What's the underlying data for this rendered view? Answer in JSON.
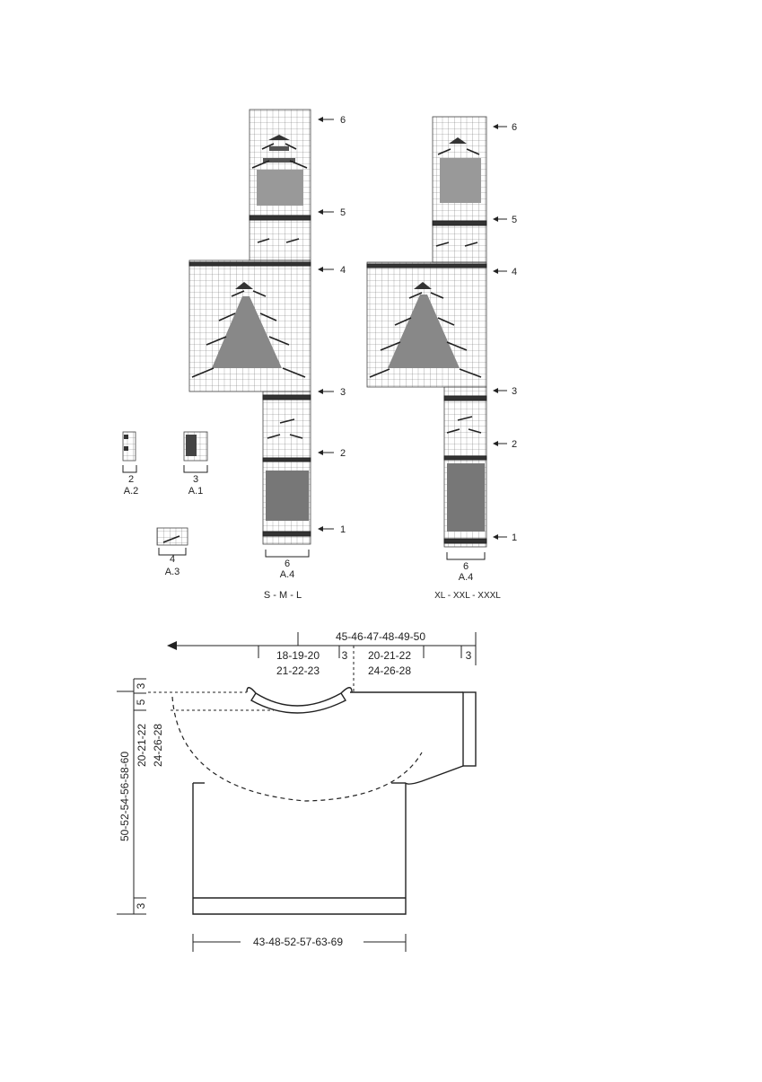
{
  "charts": {
    "left": {
      "row_markers": [
        "1",
        "2",
        "3",
        "4",
        "5",
        "6"
      ],
      "width_label": "6",
      "name": "A.4",
      "sizes": "S - M - L"
    },
    "right": {
      "row_markers": [
        "1",
        "2",
        "3",
        "4",
        "5",
        "6"
      ],
      "width_label": "6",
      "name": "A.4",
      "sizes": "XL - XXL - XXXL"
    },
    "small": [
      {
        "name": "A.2",
        "width_label": "2"
      },
      {
        "name": "A.1",
        "width_label": "3"
      },
      {
        "name": "A.3",
        "width_label": "4"
      }
    ]
  },
  "schematic": {
    "top_width": "45-46-47-48-49-50",
    "neck_half_a": "18-19-20",
    "neck_half_b": "21-22-23",
    "neck_edge": "3",
    "shoulder_a": "20-21-22",
    "shoulder_b": "24-26-28",
    "sleeve_edge": "3",
    "body_length": "50-52-54-56-58-60",
    "yoke_depth_a": "20-21-22",
    "yoke_depth_b": "24-26-28",
    "neck_rib": "3",
    "neck_drop": "5",
    "hem_rib": "3",
    "bottom_width": "43-48-52-57-63-69"
  }
}
